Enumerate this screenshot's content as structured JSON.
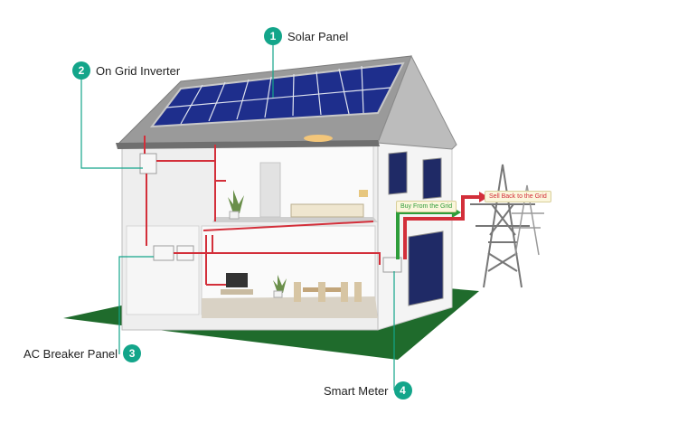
{
  "callouts": [
    {
      "number": "1",
      "label": "Solar Panel"
    },
    {
      "number": "2",
      "label": "On Grid Inverter"
    },
    {
      "number": "3",
      "label": "AC Breaker Panel"
    },
    {
      "number": "4",
      "label": "Smart Meter"
    }
  ],
  "grid_labels": {
    "buy": "Buy From the Grid",
    "sell": "Sell Back to the Grid"
  },
  "colors": {
    "accent": "#13a58a",
    "wire": "#d32f3a",
    "buy_arrow": "#2e9d3a",
    "sell_arrow": "#d32f3a",
    "lawn": "#1f6b2c",
    "panel": "#1e2e8c"
  }
}
